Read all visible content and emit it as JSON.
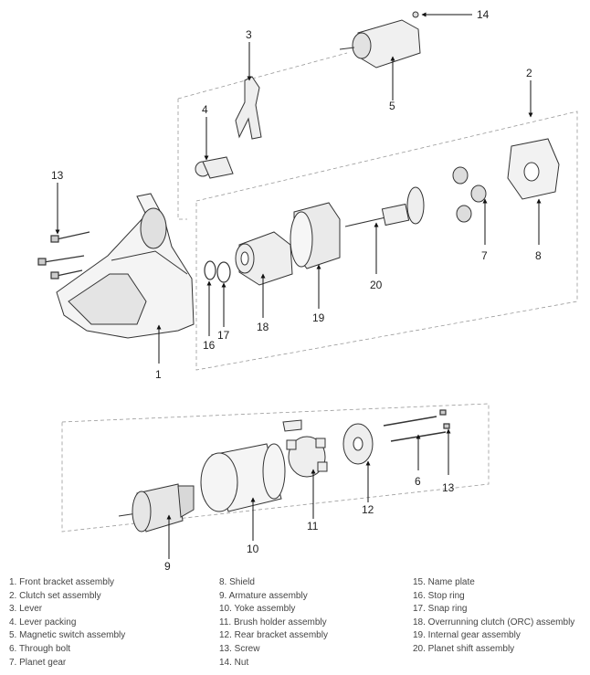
{
  "callouts": {
    "c1": "1",
    "c2": "2",
    "c3": "3",
    "c4": "4",
    "c5": "5",
    "c6": "6",
    "c7": "7",
    "c8": "8",
    "c9": "9",
    "c10": "10",
    "c11": "11",
    "c12": "12",
    "c13a": "13",
    "c13b": "13",
    "c14": "14",
    "c16": "16",
    "c17": "17",
    "c18": "18",
    "c19": "19",
    "c20": "20"
  },
  "legend": {
    "col1": [
      "1. Front bracket assembly",
      "2. Clutch set assembly",
      "3. Lever",
      "4. Lever packing",
      "5. Magnetic switch assembly",
      "6. Through bolt",
      "7. Planet gear"
    ],
    "col2": [
      "8. Shield",
      "9. Armature assembly",
      "10. Yoke assembly",
      "11. Brush holder assembly",
      "12. Rear bracket assembly",
      "13. Screw",
      "14. Nut"
    ],
    "col3": [
      "15. Name plate",
      "16. Stop ring",
      "17. Snap ring",
      "18. Overrunning clutch (ORC) assembly",
      "19. Internal gear assembly",
      "20. Planet shift assembly"
    ]
  }
}
